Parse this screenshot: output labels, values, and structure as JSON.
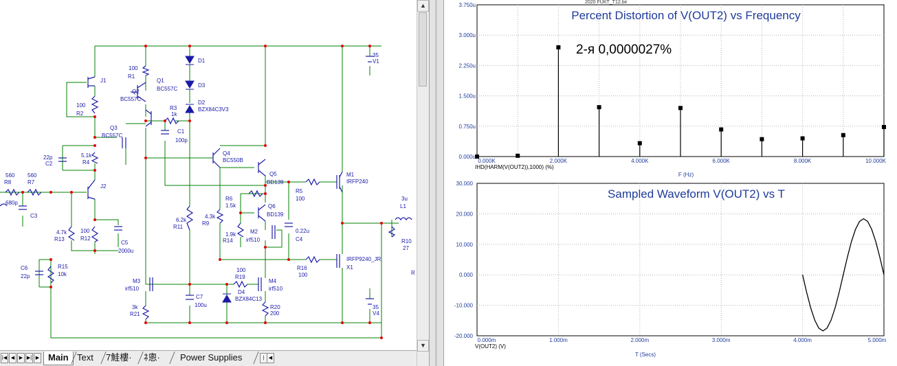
{
  "schematic": {
    "labels": {
      "R1": "R1",
      "R1v": "100",
      "R2": "R2",
      "R2v": "100",
      "R3": "R3",
      "R3v": "1k",
      "R4": "R4",
      "R4v": "5.1k",
      "R7": "R7",
      "R7v": "560",
      "R8": "R8",
      "R8v": "560",
      "R9": "R9",
      "R9v": "4.3k",
      "R11": "R11",
      "R11v": "6.2k",
      "R12": "R12",
      "R12v": "100",
      "R13": "R13",
      "R13v": "4.7k",
      "R14": "R14",
      "R14v": "1.9k",
      "R15": "R15",
      "R15v": "10k",
      "R16": "R16",
      "R16v": "100",
      "R5": "R5",
      "R5v": "100",
      "R6": "R6",
      "R6v": "1.5k",
      "R10": "R10",
      "R10v": "27",
      "R19": "R19",
      "R19v": "100",
      "R20": "R20",
      "R20v": "200",
      "R21": "R21",
      "R21v": "3k",
      "C1": "C1",
      "C1v": "100p",
      "C2": "C2",
      "C2v": "22p",
      "C3": "C3",
      "C3v": "680p",
      "C4": "C4",
      "C4v": "0.22u",
      "C5": "C5",
      "C5v": "2000u",
      "C6": "C6",
      "C6v": "22p",
      "C7": "C7",
      "C7v": "100u",
      "D1": "D1",
      "D2": "D2",
      "D2v": "BZX84C3V3",
      "D3": "D3",
      "D4": "D4",
      "D4v": "BZX84C13",
      "J1": "J1",
      "J2": "J2",
      "Q1": "Q1",
      "Q1v": "BC557C",
      "Q2": "Q2",
      "Q2v": "BC557C",
      "Q3": "Q3",
      "Q3v": "BC557C",
      "Q4": "Q4",
      "Q4v": "BC550B",
      "Q5": "Q5",
      "Q5v": "BD139",
      "Q6": "Q6",
      "Q6v": "BD139",
      "M1": "M1",
      "M1v": "IRFP240",
      "M2": "M2",
      "M2v": "irf510",
      "M3": "M3",
      "M3v": "irf510",
      "M4": "M4",
      "M4v": "irf510",
      "X1v": "IRFP9240_JR",
      "X1": "X1",
      "L1": "L1",
      "L1v": "3u",
      "V1": "V1",
      "V1v": "35",
      "V4": "V4",
      "V4v": "35",
      "R": "R"
    }
  },
  "tabs": {
    "items": [
      {
        "label": "Main",
        "active": true
      },
      {
        "label": "Text",
        "active": false
      },
      {
        "label": "7鮭樓·",
        "active": false
      },
      {
        "label": "ﾈ悤·",
        "active": false
      },
      {
        "label": "Power Supplies",
        "active": false
      }
    ]
  },
  "analysis": {
    "file_label": "2020 FUKT_T12.bir",
    "top": {
      "title": "Percent Distortion of V(OUT2) vs Frequency",
      "annotation": "2-я  0,0000027%",
      "y_top_label": "3.750u",
      "ytick_labels": [
        "3.000u",
        "2.250u",
        "1.500u",
        "0.750u",
        "0.000u"
      ],
      "xtick_labels": [
        "0.000K",
        "2.000K",
        "4.000K",
        "6.000K",
        "8.000K",
        "10.000K"
      ],
      "expression": "IHD(HARM(V(OUT2)),1000) (%)",
      "xlabel": "F (Hz)"
    },
    "bottom": {
      "title": "Sampled Waveform  V(OUT2) vs T",
      "ytick_labels": [
        "30.000",
        "20.000",
        "10.000",
        "0.000",
        "-10.000",
        "-20.000"
      ],
      "xtick_labels": [
        "0.000m",
        "1.000m",
        "2.000m",
        "3.000m",
        "4.000m",
        "5.000m"
      ],
      "expression": "V(OUT2) (V)",
      "xlabel": "T (Secs)"
    },
    "colors": {
      "text_blue": "#1f3b9a",
      "grid": "#b0b0b0",
      "wire": "#008000",
      "component": "#1a1aa8",
      "junction": "#e00000"
    }
  },
  "chart_data": [
    {
      "type": "bar",
      "title": "Percent Distortion of V(OUT2) vs Frequency",
      "xlabel": "F (Hz)",
      "ylabel": "IHD(HARM(V(OUT2)),1000) (%)",
      "x": [
        0,
        1000,
        2000,
        3000,
        4000,
        5000,
        6000,
        7000,
        8000,
        9000,
        10000
      ],
      "values": [
        0.0,
        0.02,
        2.7,
        1.22,
        0.33,
        1.2,
        0.67,
        0.43,
        0.45,
        0.53,
        0.73
      ],
      "value_unit": "u",
      "xlim": [
        0,
        10000
      ],
      "ylim": [
        0,
        3.75
      ],
      "grid": true
    },
    {
      "type": "line",
      "title": "Sampled Waveform  V(OUT2) vs T",
      "xlabel": "T (Secs)",
      "ylabel": "V(OUT2) (V)",
      "x": [
        4.0,
        4.05,
        4.1,
        4.15,
        4.2,
        4.25,
        4.3,
        4.35,
        4.4,
        4.45,
        4.5,
        4.55,
        4.6,
        4.65,
        4.7,
        4.75,
        4.8,
        4.85,
        4.9,
        4.95,
        5.0
      ],
      "values": [
        0.0,
        -5.7,
        -10.8,
        -14.9,
        -17.5,
        -18.4,
        -17.5,
        -14.9,
        -10.8,
        -5.7,
        0.0,
        5.7,
        10.8,
        14.9,
        17.5,
        18.4,
        17.5,
        14.9,
        10.8,
        5.7,
        0.0
      ],
      "x_unit": "m",
      "xlim": [
        0,
        5.0
      ],
      "ylim": [
        -20,
        30
      ],
      "grid": true
    }
  ]
}
